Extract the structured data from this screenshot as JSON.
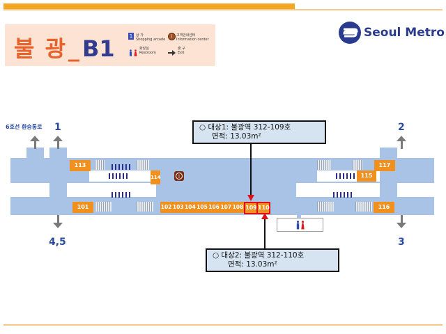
{
  "header": {
    "title_station": "불 광",
    "title_sep": "_",
    "title_floor": "B1"
  },
  "legend": {
    "shop": {
      "icon": "1",
      "label_ko": "상 가",
      "label_en": "Shopping arcade"
    },
    "info": {
      "icon": "i",
      "label_ko": "고객안내센터",
      "label_en": "Information center"
    },
    "restroom": {
      "label_ko": "화장실",
      "label_en": "Restroom"
    },
    "exit": {
      "label_ko": "출 구",
      "label_en": "Exit"
    }
  },
  "brand": {
    "name": "Seoul Metro"
  },
  "map": {
    "transfer_label": "6호선 환승통로",
    "exits": {
      "e1": "1",
      "e2": "2",
      "e3": "3",
      "e45": "4,5"
    },
    "shops_top": {
      "s113": "113",
      "s114": "114",
      "s115": "115",
      "s117": "117"
    },
    "shops_bottom": [
      "102",
      "103",
      "104",
      "105",
      "106",
      "107",
      "108"
    ],
    "shop_101": "101",
    "shop_109": "109",
    "shop_110": "110",
    "shop_116": "116"
  },
  "callouts": {
    "target1": {
      "line1": "○ 대상1: 불광역 312-109호",
      "line2": "면적: 13.03m²"
    },
    "target2": {
      "line1": "○ 대상2: 불광역 312-110호",
      "line2": "면적: 13.03m²"
    }
  },
  "colors": {
    "accent": "#f0901f",
    "band": "#a9c3e6",
    "highlight": "#e0101a",
    "brand": "#2a3b8f"
  }
}
